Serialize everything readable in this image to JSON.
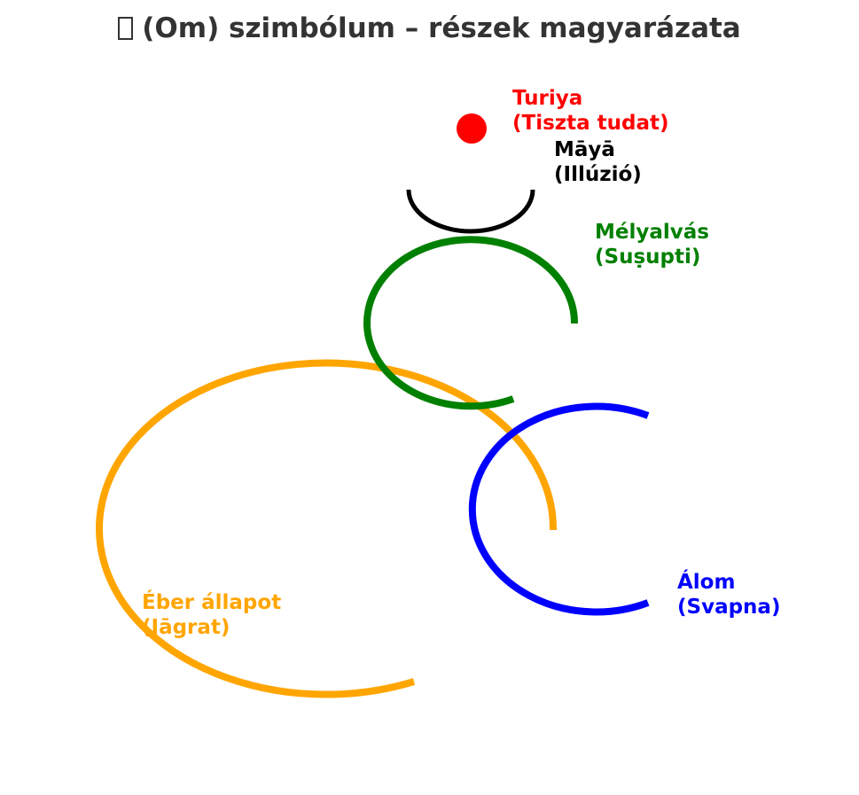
{
  "title": {
    "glyph": "om-symbol-icon",
    "text": "(Om) szimbólum – részek magyarázata"
  },
  "parts": [
    {
      "key": "turiya",
      "line1": "Turiya",
      "line2": "(Tiszta tudat)",
      "color": "#ff0000",
      "shape": "dot"
    },
    {
      "key": "maya",
      "line1": "Māyā",
      "line2": "(Illúzió)",
      "color": "#000000",
      "shape": "crescent"
    },
    {
      "key": "susupti",
      "line1": "Mélyalvás",
      "line2": "(Suṣupti)",
      "color": "#008000",
      "shape": "upper-curve"
    },
    {
      "key": "svapna",
      "line1": "Álom",
      "line2": "(Svapna)",
      "color": "#0000ff",
      "shape": "tail-curve"
    },
    {
      "key": "jagrat",
      "line1": "Éber állapot",
      "line2": "(Jāgrat)",
      "color": "#ffa500",
      "shape": "lower-curve"
    }
  ]
}
